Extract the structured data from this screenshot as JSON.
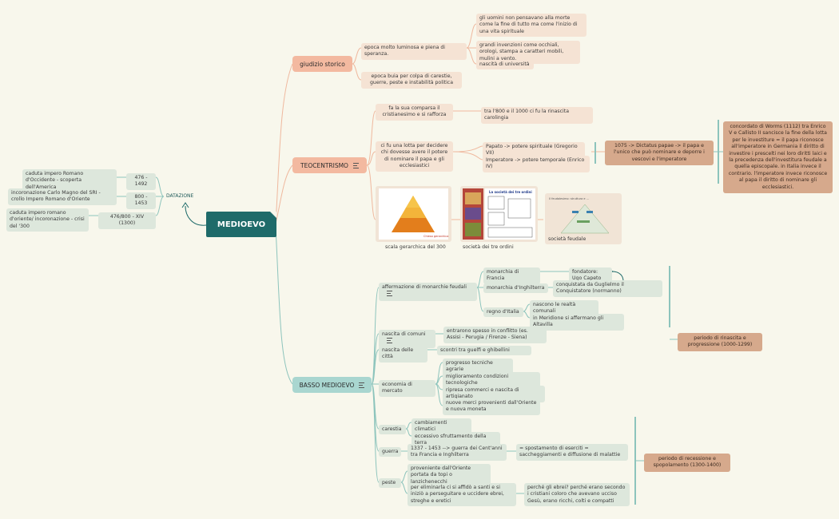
{
  "main_title": "MEDIOEVO",
  "datazione": {
    "label": "DATAZIONE",
    "items": [
      {
        "date": "476 - 1492",
        "desc": "caduta impero Romano d'Occidente - scoperta dell'America"
      },
      {
        "date": "800 - 1453",
        "desc": "incoronazione Carlo Magno del SRI - crollo Impero Romano d'Oriente"
      },
      {
        "date": "476/800 - XIV (1300)",
        "desc": "caduta impero romano d'oriente/ incoronazione - crisi del '300"
      }
    ]
  },
  "giudizio": {
    "label": "giudizio storico",
    "luminosa": "epoca molto luminosa e piena di speranza.",
    "luminosa_details": [
      "gli uomini non pensavano alla morte come la fine di tutto ma come l'inizio di una vita spirituale",
      "grandi invenzioni come occhiali, orologi, stampa a caratteri mobili, mulini a vento.",
      "nascità di università"
    ],
    "buia": "epoca buia per colpa di carestie, guerre, peste e instabilità politica"
  },
  "teocentrismo": {
    "label": "TEOCENTRISMO",
    "cristianesimo": "fa la sua comparsa il cristianesimo e si rafforza",
    "rinascita": "tra l'800 e il 1000 ci fu la rinascita carolingia",
    "lotta": "ci fu una lotta per decidere chi dovesse avere il potere di nominare il papa e gli ecclesiastici",
    "papato": "Papato -> potere spirituale (Gregorio VII)",
    "impero": "Imperatore -> potere temporale (Enrico IV)",
    "dictatus": "1075 -> Dictatus papae -> il papa e l'unico che può nominare e deporre i vescovi e l'imperatore",
    "worms": "concordato di Worms (1112) tra Enrico V e Callisto II sancisce la fine della lotta per le investiture = il papa riconosce all'imperatore in Germania il diritto di investire i prescelti nei loro diritti laici e la precedenza dell'investitura feudale a quella episcopale. in Italia invece il contrario. l'imperatore invece riconosce al papa il diritto di nominare gli ecclesiastici.",
    "images": [
      {
        "caption": "scala gerarchica del 300",
        "inner": "Chiesa gerarchica"
      },
      {
        "caption": "società dei tre ordini",
        "inner": "La società dei tre ordini"
      },
      {
        "caption": "società feudale",
        "inner": "Il feudalesimo: struttura e ... "
      }
    ]
  },
  "basso": {
    "label": "BASSO MEDIOEVO",
    "monarchie": {
      "label": "affermazione di monarchie feudali",
      "francia": "monarchia di Francia",
      "francia_detail": "fondatore: Ugo Capeto",
      "inghilterra": "monarchia d'Inghilterra",
      "inghilterra_detail": "conquistata da Guglielmo il Conquistatore  (normanno)",
      "italia": "regno d'Italia",
      "italia_details": [
        "nascono le realtà comunali",
        "in Meridione si affermano gli Altavilla"
      ]
    },
    "comuni": {
      "label": "nascita di comuni",
      "detail": "entrarono spesso in conflitto (es. Assisi - Perugia / Firenze - Siena)"
    },
    "citta": {
      "label": "nascita delle città",
      "detail": "scontri tra guelfi e ghibellini"
    },
    "economia": {
      "label": "economia di mercato",
      "details": [
        "progresso tecniche agrarie",
        "miglioramento condizioni tecnologiche",
        "ripresa commerci e nascita di artigianato",
        "nuove merci provenienti dall'Oriente e nuova moneta"
      ]
    },
    "carestia": {
      "label": "carestia",
      "details": [
        "cambiamenti climatici",
        "eccessivo sfruttamento della terra"
      ]
    },
    "guerra": {
      "label": "guerra",
      "detail": "1337 - 1453 --> guerra dei Cent'anni tra Francia e Inghilterra",
      "effect": "= spostamento di eserciti = saccheggiamenti e diffusione di malattie"
    },
    "peste": {
      "label": "peste",
      "details": [
        "proveniente dall'Oriente portata da topi o lanzichenecchi",
        "per eliminarla ci si affidò a santi e si iniziò a perseguitare e uccidere ebrei, streghe e eretici"
      ],
      "ebrei": "perché gli ebrei? perché erano secondo i cristiani coloro che avevano ucciso Gesù, erano ricchi, colti e compatti"
    },
    "periodo_rinascita": "periodo di rinascita e progressione (1000-1299)",
    "periodo_recessione": "periodo di recessione e spopolamento (1300-1400)"
  },
  "colors": {
    "main": "#1f6b6a",
    "topic_peach": "#f3b9a0",
    "topic_green": "#a9d6d0",
    "summary": "#d6a98c",
    "line_peach": "#efb89e",
    "line_green": "#8dc4bc"
  }
}
